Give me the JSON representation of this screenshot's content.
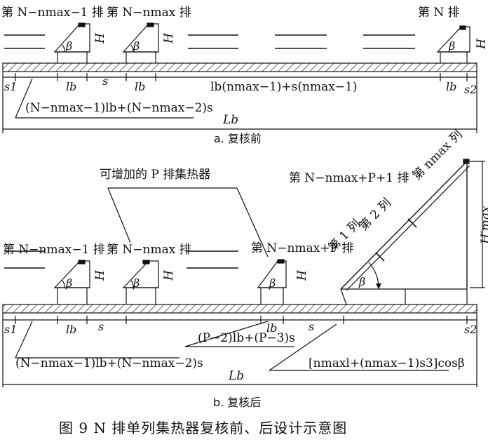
{
  "top": {
    "row_label_1": "第 N−nmax−1 排",
    "row_label_2": "第 N−nmax 排",
    "row_label_last": "第 N 排",
    "height": "H",
    "angle": "β",
    "s1": "s1",
    "s2": "s2",
    "lb": "lb",
    "s": "s",
    "middle_formula": "lb(nmax−1)+s(nmax−1)",
    "left_formula": "(N−nmax−1)lb+(N−nmax−2)s",
    "total": "Lb",
    "caption": "a. 复核前"
  },
  "bottom": {
    "added_label": "可增加的 P 排集热器",
    "row_label_1": "第 N−nmax−1 排",
    "row_label_2": "第 N−nmax 排",
    "row_label_3": "第 N−nmax+P 排",
    "row_label_4": "第 N−nmax+P+1 排",
    "col_1": "第 1 列",
    "col_2": "第 2 列",
    "col_n": "第 nmax 列",
    "height": "H",
    "angle": "β",
    "hmax": "H′max",
    "s1": "s1",
    "s2": "s2",
    "lb": "lb",
    "s": "s",
    "p_formula": "(P−2)lb+(P−3)s",
    "left_formula": "(N−nmax−1)lb+(N−nmax−2)s",
    "right_formula": "[nmaxl+(nmax−1)s3]cosβ",
    "total": "Lb",
    "caption": "b. 复核后"
  },
  "figure_title": "图 9  N 排单列集热器复核前、后设计示意图"
}
